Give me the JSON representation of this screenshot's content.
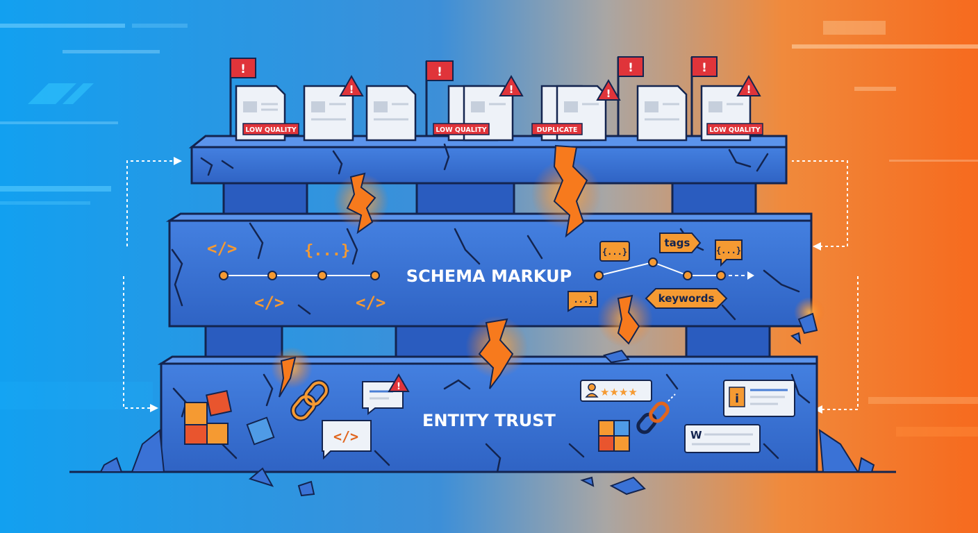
{
  "colors": {
    "bg_left": "#14a3f0",
    "bg_right": "#f66a1e",
    "slab": "#3a72d6",
    "slab_dark": "#1f4fa8",
    "outline": "#13244f",
    "accent": "#f59a32",
    "fire": "#f77a1d",
    "flag": "#e0343a"
  },
  "layers": {
    "schema": {
      "label": "SCHEMA MARKUP"
    },
    "entity": {
      "label": "ENTITY TRUST"
    }
  },
  "doc_labels": {
    "low_quality_1": "LOW QUALITY",
    "low_quality_2": "LOW QUALITY",
    "duplicate": "DUPLICATE",
    "low_quality_3": "LOW QUALITY"
  },
  "schema_tokens": {
    "code_1": "</>",
    "json_1": "{...}",
    "code_2": "</>",
    "code_3": "</>",
    "json_2": "{...}",
    "tags": "tags",
    "json_3": "{...}",
    "json_4": "...}",
    "keywords": "keywords"
  },
  "entity_tokens": {
    "code": "</>",
    "rating_stars": "★★★★",
    "wiki": "W",
    "info": "i"
  },
  "flag_glyph": "!",
  "icons": [
    "flag-icon",
    "warning-icon",
    "document-icon",
    "puzzle-icon",
    "chain-link-icon",
    "broken-chain-icon",
    "speech-bubble-icon",
    "user-icon",
    "star-icon",
    "info-icon"
  ]
}
